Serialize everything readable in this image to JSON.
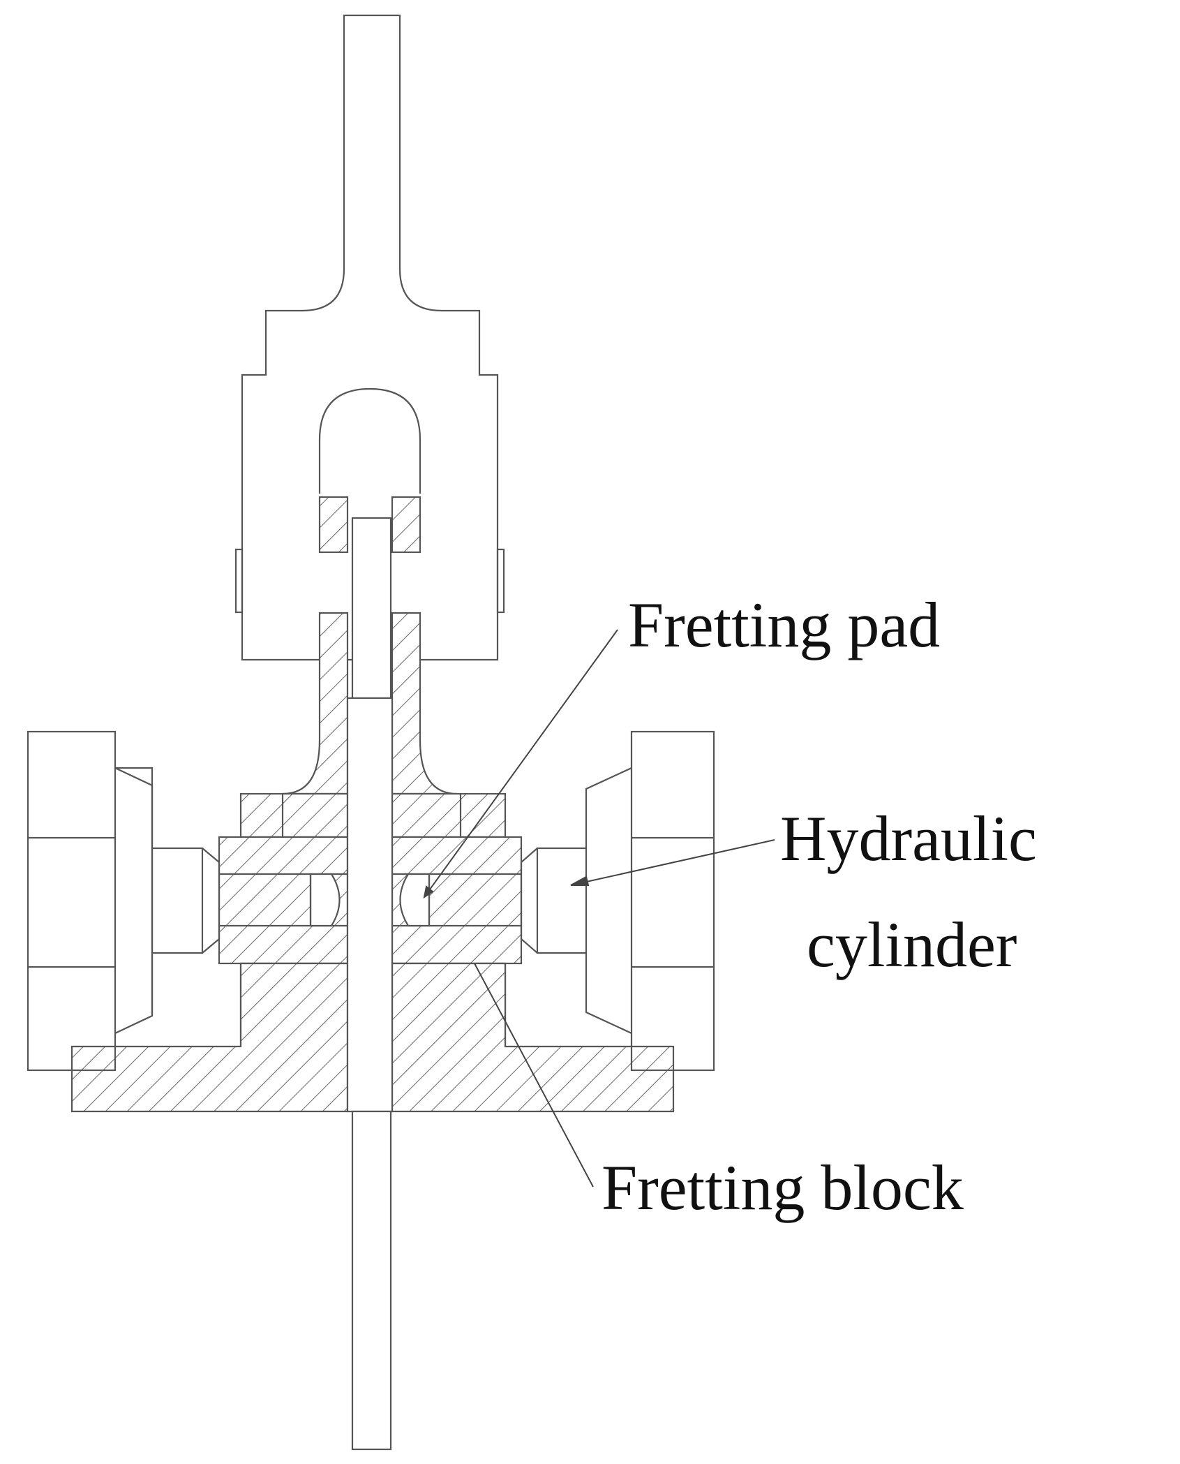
{
  "labels": {
    "fretting_pad": "Fretting pad",
    "hydraulic_cylinder_line1": "Hydraulic",
    "hydraulic_cylinder_line2": "cylinder",
    "fretting_block": "Fretting block"
  },
  "colors": {
    "line": "#555555",
    "text": "#111111",
    "background": "#ffffff"
  }
}
